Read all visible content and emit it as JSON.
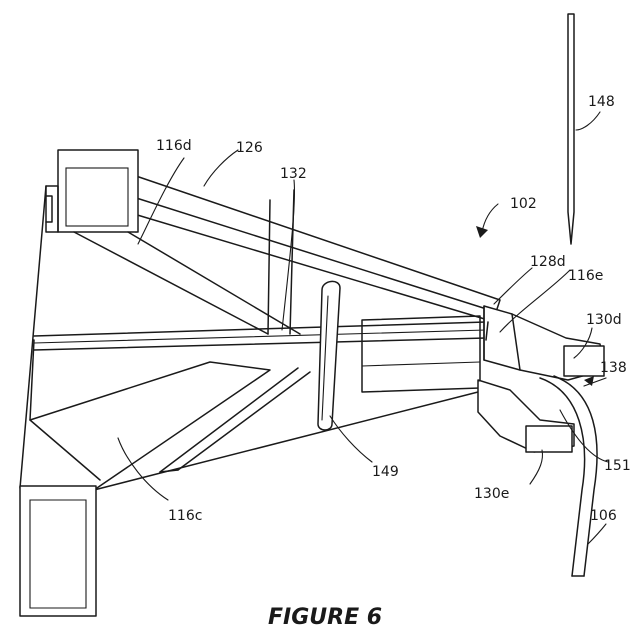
{
  "figure": {
    "caption": "FIGURE 6",
    "labels": {
      "l148": "148",
      "l116d": "116d",
      "l126": "126",
      "l132": "132",
      "l102": "102",
      "l128d": "128d",
      "l116e": "116e",
      "l130d": "130d",
      "l138": "138",
      "l149": "149",
      "l116c": "116c",
      "l151": "151",
      "l130e": "130e",
      "l106": "106"
    }
  }
}
